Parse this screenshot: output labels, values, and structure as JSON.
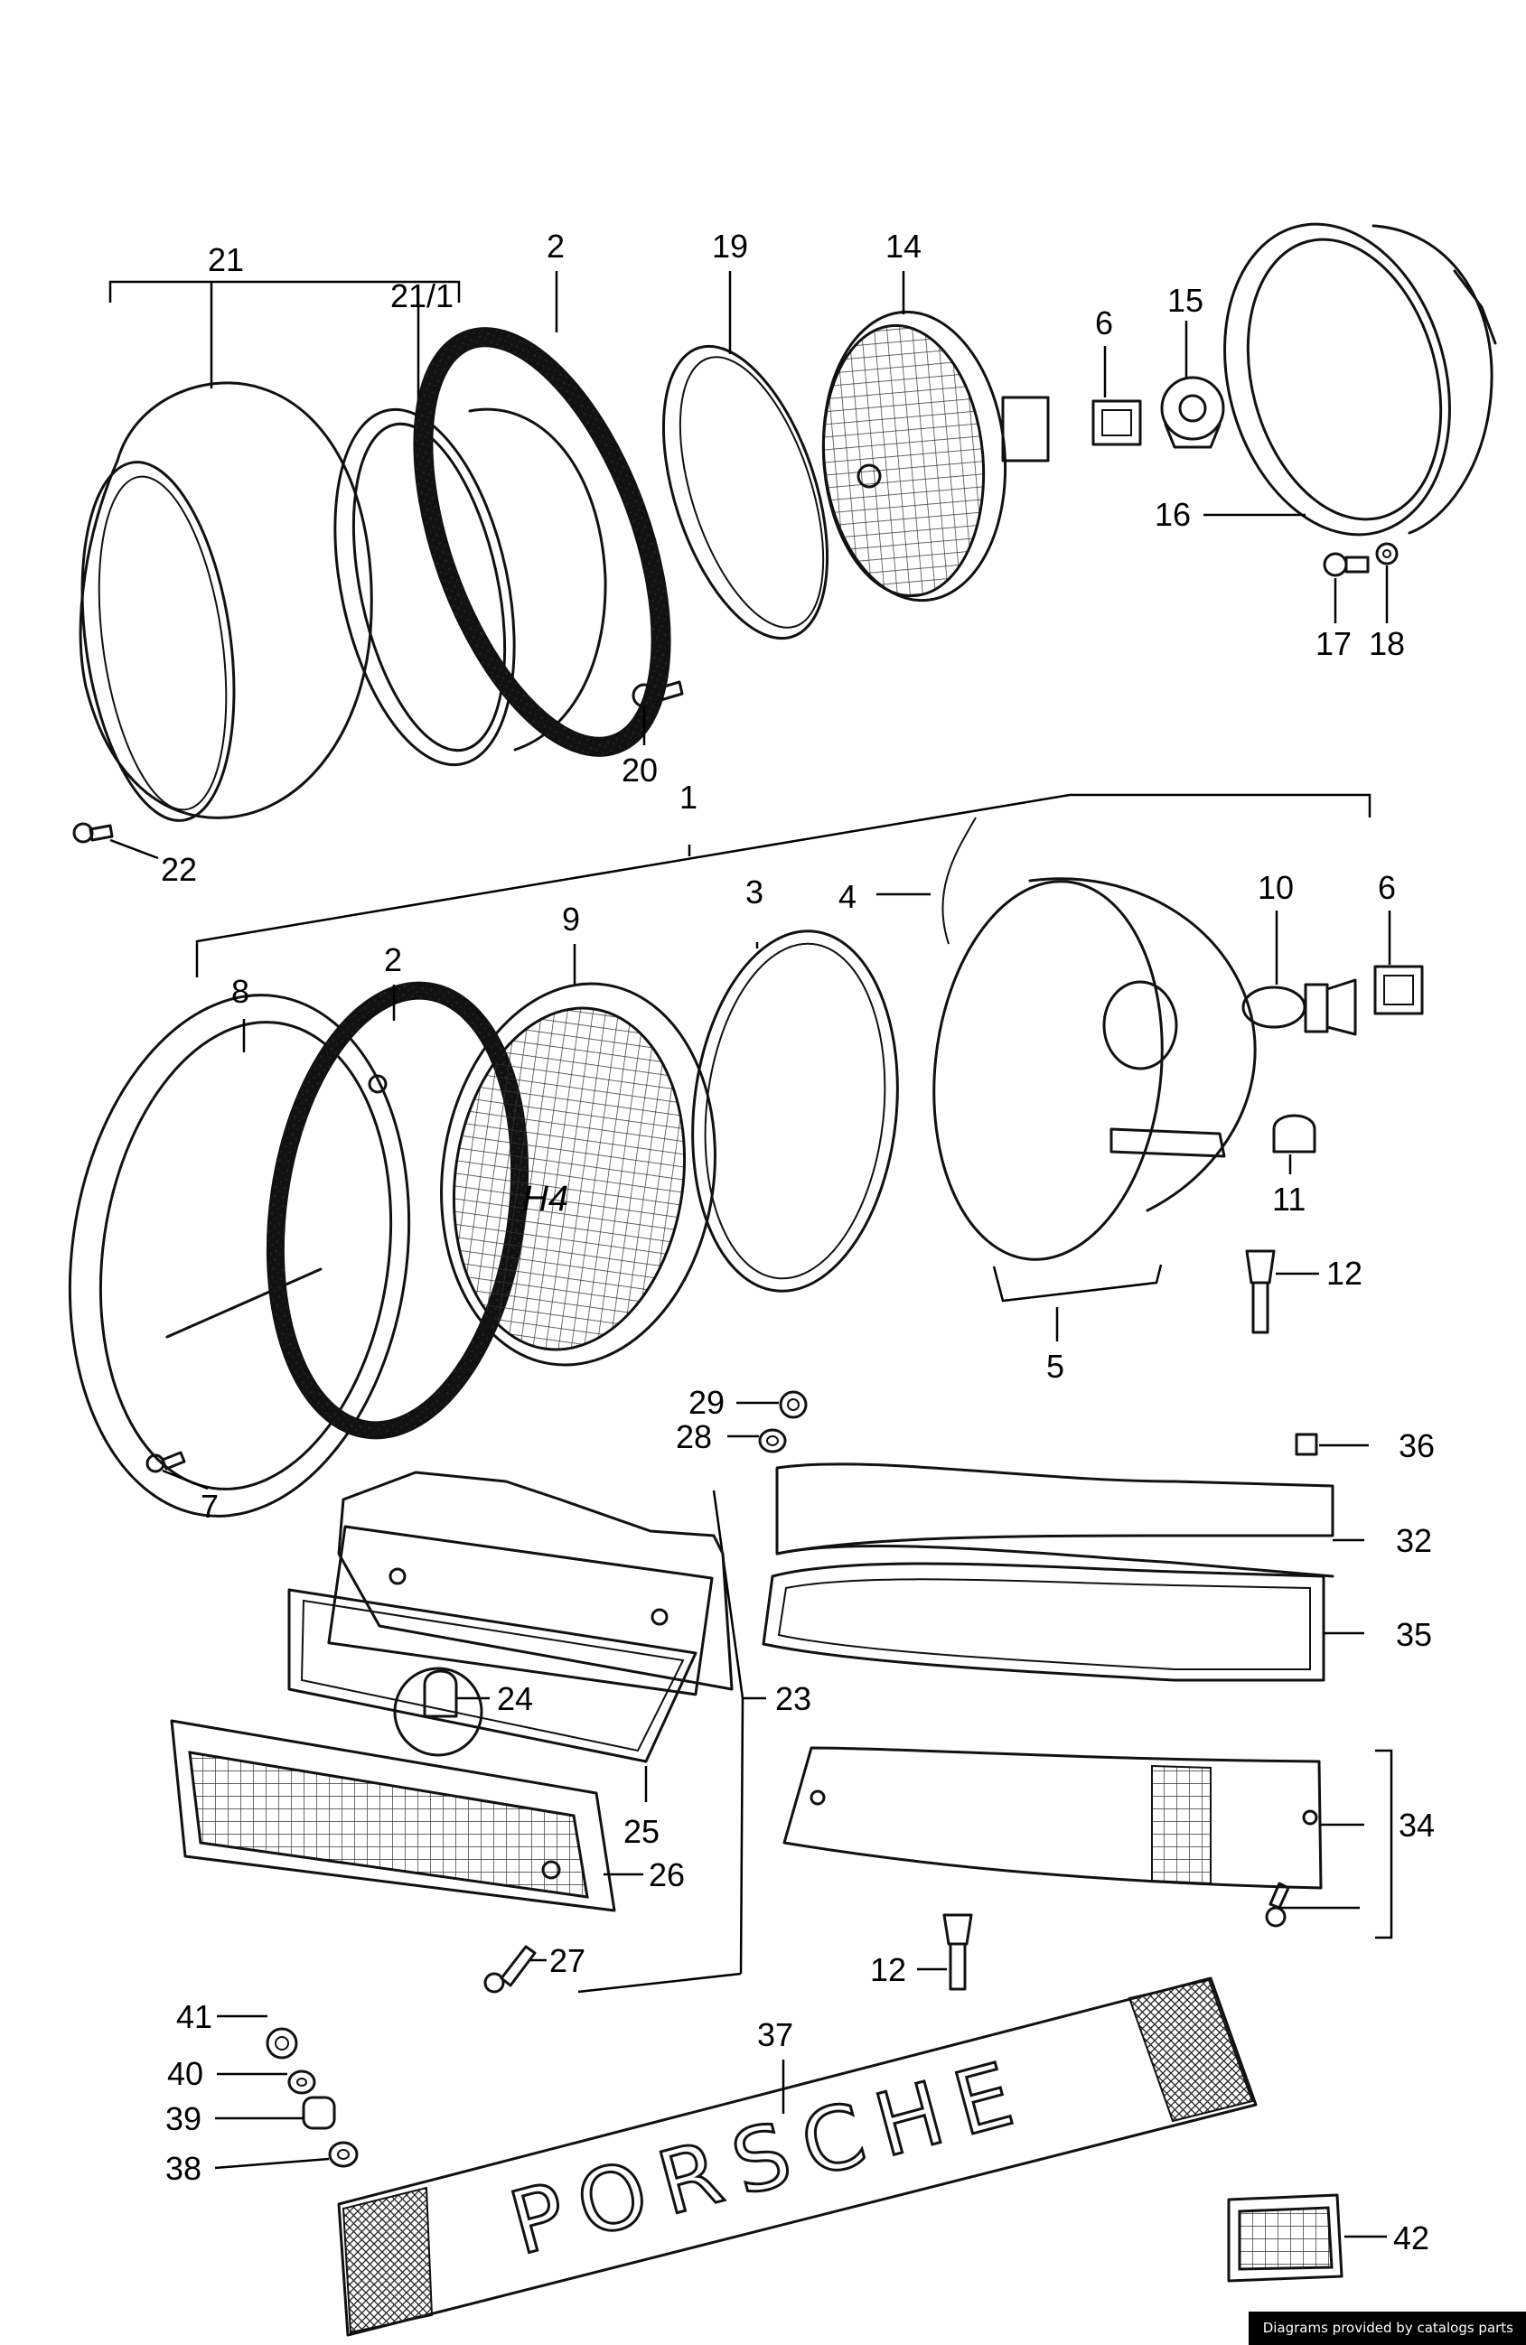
{
  "title": "",
  "credit": "Diagrams provided by catalogs parts",
  "brand_text": "PORSCHE",
  "lens_mark": "H4",
  "callouts": [
    {
      "id": "21",
      "text": "21"
    },
    {
      "id": "21_1",
      "text": "21/1"
    },
    {
      "id": "2a",
      "text": "2"
    },
    {
      "id": "19",
      "text": "19"
    },
    {
      "id": "14",
      "text": "14"
    },
    {
      "id": "6a",
      "text": "6"
    },
    {
      "id": "15",
      "text": "15"
    },
    {
      "id": "16",
      "text": "16"
    },
    {
      "id": "17",
      "text": "17"
    },
    {
      "id": "18",
      "text": "18"
    },
    {
      "id": "20",
      "text": "20"
    },
    {
      "id": "22",
      "text": "22"
    },
    {
      "id": "1",
      "text": "1"
    },
    {
      "id": "3",
      "text": "3"
    },
    {
      "id": "4",
      "text": "4"
    },
    {
      "id": "10",
      "text": "10"
    },
    {
      "id": "6b",
      "text": "6"
    },
    {
      "id": "8",
      "text": "8"
    },
    {
      "id": "2b",
      "text": "2"
    },
    {
      "id": "9",
      "text": "9"
    },
    {
      "id": "11",
      "text": "11"
    },
    {
      "id": "12a",
      "text": "12"
    },
    {
      "id": "5",
      "text": "5"
    },
    {
      "id": "7",
      "text": "7"
    },
    {
      "id": "29",
      "text": "29"
    },
    {
      "id": "28",
      "text": "28"
    },
    {
      "id": "36",
      "text": "36"
    },
    {
      "id": "32",
      "text": "32"
    },
    {
      "id": "35",
      "text": "35"
    },
    {
      "id": "24",
      "text": "24"
    },
    {
      "id": "23",
      "text": "23"
    },
    {
      "id": "25",
      "text": "25"
    },
    {
      "id": "26",
      "text": "26"
    },
    {
      "id": "34",
      "text": "34"
    },
    {
      "id": "27",
      "text": "27"
    },
    {
      "id": "12b",
      "text": "12"
    },
    {
      "id": "41",
      "text": "41"
    },
    {
      "id": "37",
      "text": "37"
    },
    {
      "id": "40",
      "text": "40"
    },
    {
      "id": "39",
      "text": "39"
    },
    {
      "id": "38",
      "text": "38"
    },
    {
      "id": "42",
      "text": "42"
    }
  ]
}
